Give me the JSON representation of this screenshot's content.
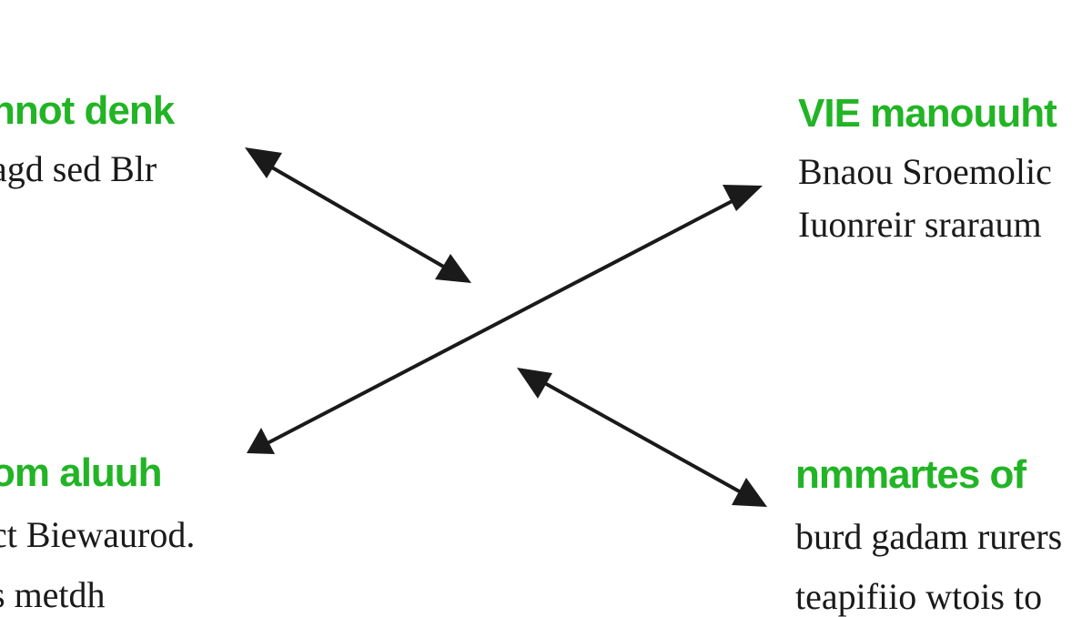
{
  "colors": {
    "accent": "#22b425",
    "text": "#1a1a1a",
    "arrow": "#1a1a1a",
    "background": "#ffffff"
  },
  "nodes": {
    "top_left": {
      "title": "nnot denk",
      "lines": [
        "agd sed Blr"
      ]
    },
    "top_right": {
      "title": "VIE manouuht",
      "lines": [
        "Bnaou Sroemolic",
        "Iuonreir sraraum"
      ]
    },
    "bottom_left": {
      "title": "om aluuh",
      "lines": [
        "ct Biewaurod.",
        "s metdh"
      ]
    },
    "bottom_right": {
      "title": "nmmartes of",
      "lines": [
        "burd gadam rurers",
        "teapifiio wtois to"
      ]
    }
  },
  "connections": [
    {
      "from": "top_left",
      "to": "center",
      "bidirectional": true
    },
    {
      "from": "bottom_left",
      "to": "top_right",
      "bidirectional": true
    },
    {
      "from": "center",
      "to": "bottom_right",
      "bidirectional": true
    }
  ]
}
